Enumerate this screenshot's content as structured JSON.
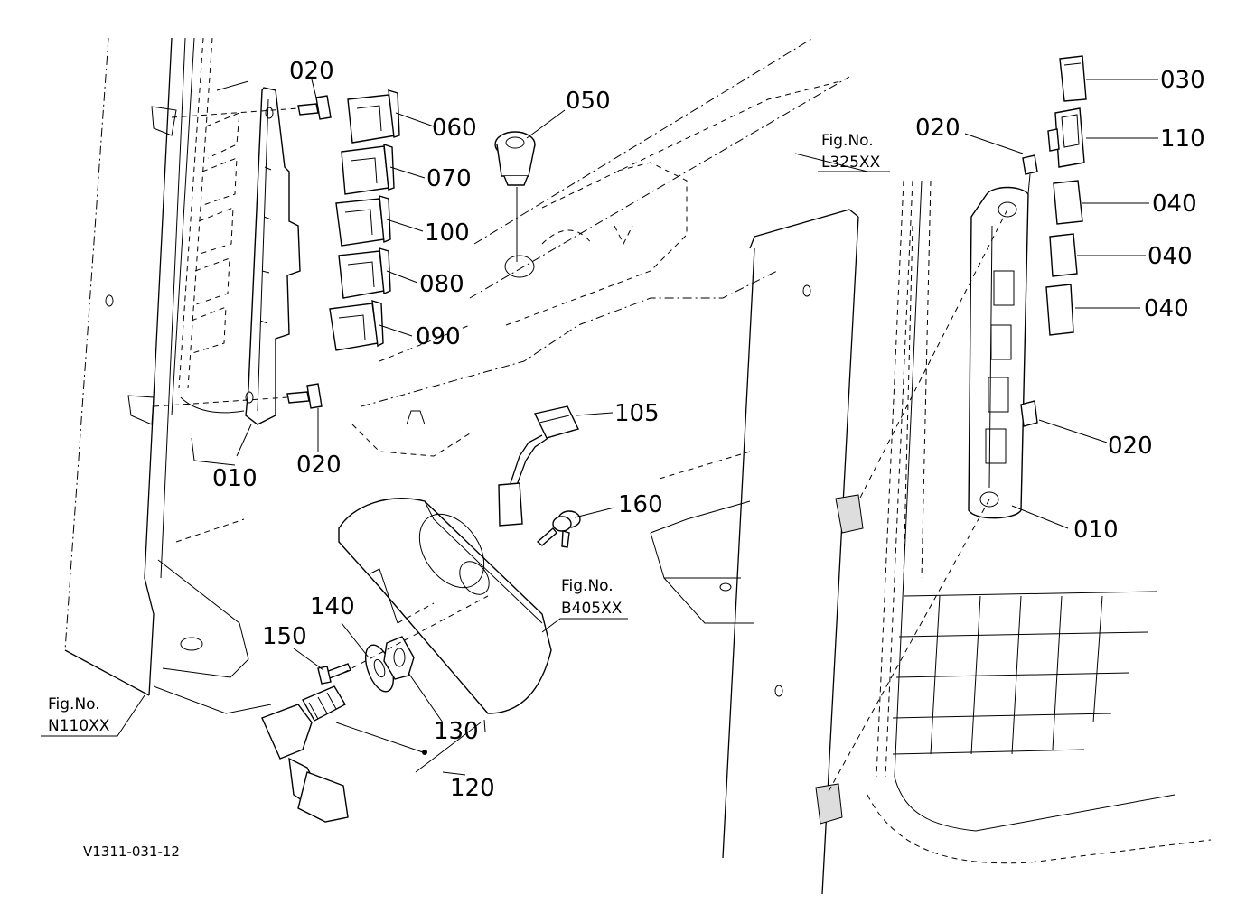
{
  "parts": {
    "p020_top_left": "020",
    "p020_bottom_left": "020",
    "p010_left": "010",
    "p060": "060",
    "p070": "070",
    "p100": "100",
    "p080": "080",
    "p090": "090",
    "p050": "050",
    "p105": "105",
    "p160": "160",
    "p140": "140",
    "p150": "150",
    "p130": "130",
    "p120": "120",
    "p030": "030",
    "p110": "110",
    "p040_a": "040",
    "p040_b": "040",
    "p040_c": "040",
    "p020_top_right": "020",
    "p020_mid_right": "020",
    "p010_right": "010"
  },
  "figure_refs": {
    "l325": {
      "prefix": "Fig.No.",
      "code": "L325XX"
    },
    "b405": {
      "prefix": "Fig.No.",
      "code": "B405XX"
    },
    "n110": {
      "prefix": "Fig.No.",
      "code": "N110XX"
    }
  },
  "drawing_code": "V1311-031-12"
}
